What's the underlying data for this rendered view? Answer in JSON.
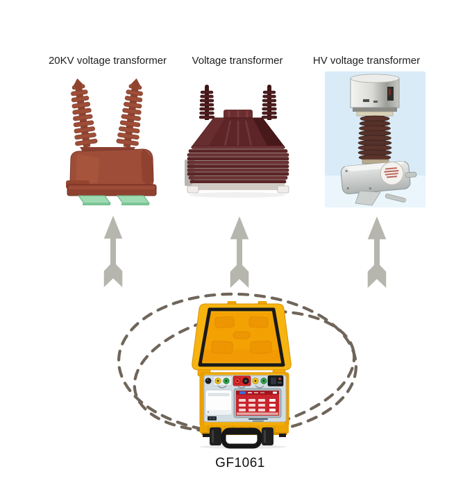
{
  "diagram": {
    "description": "Three voltage transformers connected upward by arrows from a GF1061 transformer turns ratio tester"
  },
  "transformers": [
    {
      "label": "20KV voltage transformer"
    },
    {
      "label": "Voltage transformer"
    },
    {
      "label": "HV voltage transformer"
    }
  ],
  "tester": {
    "model_label": "GF1061"
  },
  "icons": {
    "arrow_up": "up-arrow-icon",
    "loop": "dashed-ellipse-loop"
  },
  "colors": {
    "label_text": "#1d1d1d",
    "arrow_gray": "#b6b6ae",
    "loop_dash": "#6f655a",
    "case_yellow": "#f7b410",
    "lid_inner_orange": "#f29a03",
    "panel_gray": "#d2dde3",
    "screen_red": "#c8242c",
    "t1_body": "#9e4e38",
    "t1_feet_green": "#9edbb2",
    "t2_body": "#5d2527",
    "t3_column_brown": "#54312a",
    "t3_photo_bg": "#d9ebf7"
  }
}
